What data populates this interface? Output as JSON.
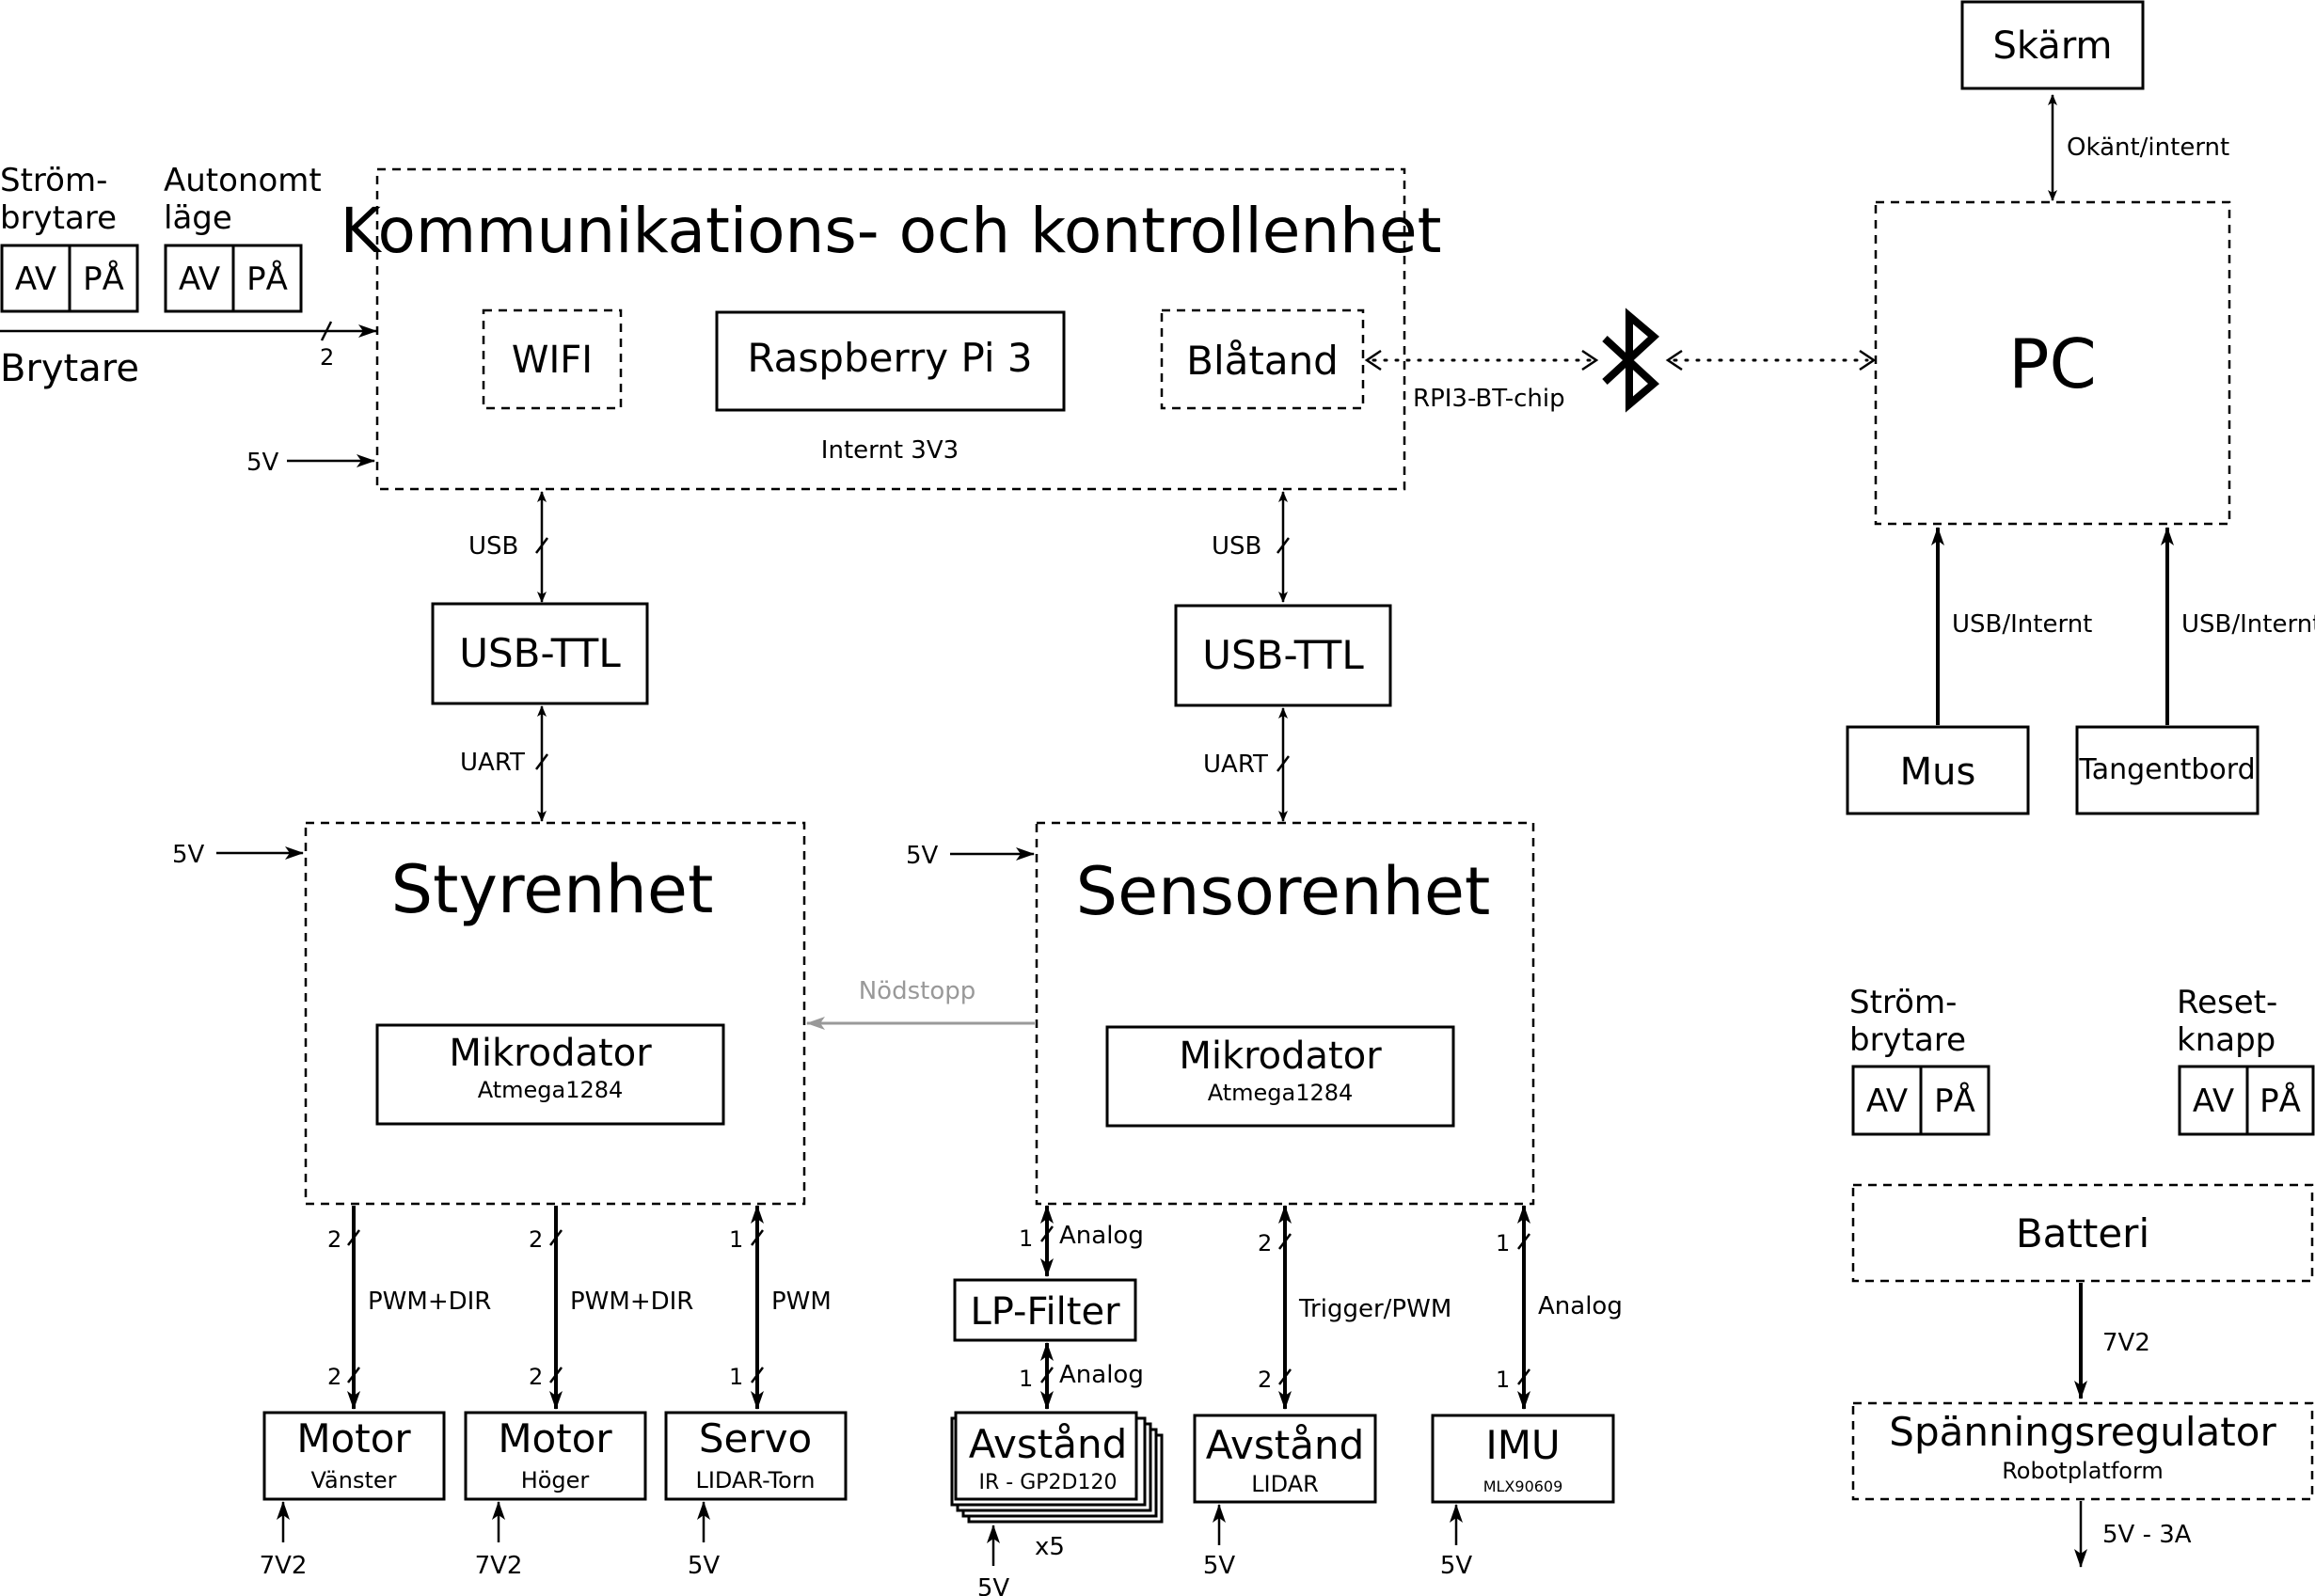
{
  "switches": {
    "strom_left": {
      "label_line1": "Ström-",
      "label_line2": "brytare",
      "off": "AV",
      "on": "PÅ"
    },
    "autonomt": {
      "label_line1": "Autonomt",
      "label_line2": "läge",
      "off": "AV",
      "on": "PÅ"
    },
    "brytare_label": "Brytare",
    "bus_count": "2",
    "strom_right": {
      "label_line1": "Ström-",
      "label_line2": "brytare",
      "off": "AV",
      "on": "PÅ"
    },
    "reset": {
      "label_line1": "Reset-",
      "label_line2": "knapp",
      "off": "AV",
      "on": "PÅ"
    }
  },
  "kommunikation": {
    "title": "Kommunikations- och kontrollenhet",
    "wifi": "WIFI",
    "rpi": "Raspberry Pi 3",
    "bluetooth": "Blåtand",
    "power_note": "Internt 3V3",
    "power_in": "5V"
  },
  "wireless": {
    "bt_chip": "RPI3-BT-chip"
  },
  "pc": {
    "title": "PC",
    "screen": "Skärm",
    "screen_link": "Okänt/internt",
    "mouse": "Mus",
    "keyboard": "Tangentbord",
    "mouse_link": "USB/Internt",
    "keyboard_link": "USB/Internt"
  },
  "left_chain": {
    "usb_label": "USB",
    "converter": "USB-TTL",
    "uart_label": "UART",
    "power_in": "5V"
  },
  "right_chain": {
    "usb_label": "USB",
    "converter": "USB-TTL",
    "uart_label": "UART",
    "power_in": "5V"
  },
  "styrenhet": {
    "title": "Styrenhet",
    "mcu_title": "Mikrodator",
    "mcu_sub": "Atmega1284",
    "emergency": "Nödstopp"
  },
  "sensorenhet": {
    "title": "Sensorenhet",
    "mcu_title": "Mikrodator",
    "mcu_sub": "Atmega1284"
  },
  "actuators": [
    {
      "title": "Motor",
      "sub": "Vänster",
      "signal": "PWM+DIR",
      "count_top": "2",
      "count_bottom": "2",
      "power": "7V2"
    },
    {
      "title": "Motor",
      "sub": "Höger",
      "signal": "PWM+DIR",
      "count_top": "2",
      "count_bottom": "2",
      "power": "7V2"
    },
    {
      "title": "Servo",
      "sub": "LIDAR-Torn",
      "signal": "PWM",
      "count_top": "1",
      "count_bottom": "1",
      "power": "5V"
    }
  ],
  "sensors": {
    "filter": "LP-Filter",
    "ir": {
      "title": "Avstånd",
      "sub": "IR - GP2D120",
      "multiplier": "x5",
      "power": "5V",
      "signal_top": "Analog",
      "signal_bottom": "Analog",
      "count_top": "1",
      "count_bottom": "1"
    },
    "lidar": {
      "title": "Avstånd",
      "sub": "LIDAR",
      "power": "5V",
      "signal": "Trigger/PWM",
      "count_top": "2",
      "count_bottom": "2"
    },
    "imu": {
      "title": "IMU",
      "sub": "MLX90609",
      "power": "5V",
      "signal": "Analog",
      "count_top": "1",
      "count_bottom": "1"
    }
  },
  "power": {
    "battery": "Batteri",
    "battery_out": "7V2",
    "regulator": "Spänningsregulator",
    "regulator_sub": "Robotplatform",
    "output": "5V - 3A"
  }
}
